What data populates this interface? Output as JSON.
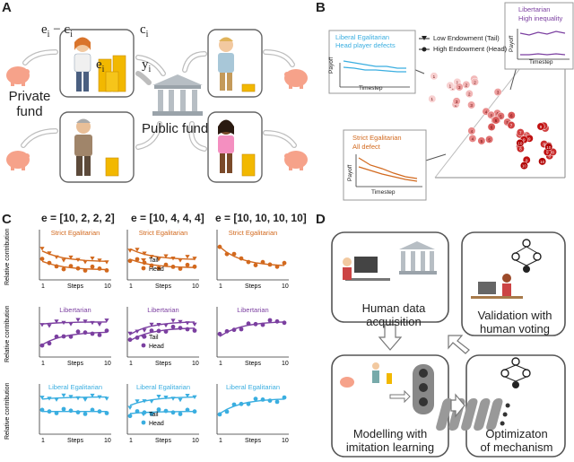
{
  "panel_letters": [
    "A",
    "B",
    "C",
    "D"
  ],
  "panel_a": {
    "label_ei_ci": "e",
    "label_ci": "c",
    "label_yi": "y",
    "label_ei": "e",
    "subscript_i": "i",
    "minus": " − ",
    "private_fund": "Private\nfund",
    "private_fund_line1": "Private",
    "private_fund_line2": "fund",
    "public_fund": "Public fund"
  },
  "panel_b": {
    "legend": [
      "Low Endowment (Tail)",
      "High Endowment (Head)"
    ],
    "liberal_box": {
      "title_line1": "Liberal Egalitarian",
      "title_line2": "Head player defects",
      "ylabel": "Payoff",
      "xlabel": "Timestep",
      "color": "#3aaee0"
    },
    "libertarian_box": {
      "title_line1": "Libertarian",
      "title_line2": "High inequality",
      "ylabel": "Payoff",
      "xlabel": "Timestep",
      "color": "#7b3fa0"
    },
    "strict_box": {
      "title_line1": "Strict Egalitarian",
      "title_line2": "All defect",
      "ylabel": "Payoff",
      "xlabel": "Timestep",
      "color": "#d2691e"
    },
    "points": [
      {
        "label": "1",
        "c": "#f8d0d0"
      },
      {
        "label": "2",
        "c": "#f2b8b8"
      },
      {
        "label": "3",
        "c": "#eda0a0"
      },
      {
        "label": "4",
        "c": "#e88888"
      },
      {
        "label": "5",
        "c": "#e07070"
      },
      {
        "label": "6",
        "c": "#d85858"
      },
      {
        "label": "7",
        "c": "#d04040"
      },
      {
        "label": "8",
        "c": "#c82828"
      },
      {
        "label": "9",
        "c": "#c01010"
      },
      {
        "label": "10",
        "c": "#b00000"
      }
    ]
  },
  "panel_c": {
    "column_titles": [
      "e = [10, 2, 2, 2]",
      "e = [10, 4, 4, 4]",
      "e = [10, 10, 10, 10]"
    ],
    "row_titles": [
      "Strict Egalitarian",
      "Libertarian",
      "Liberal Egalitarian"
    ],
    "row_colors": [
      "#d2691e",
      "#7b3fa0",
      "#3aaee0"
    ],
    "ylabel": "Relative contribution",
    "xlabel": "Steps",
    "x_ticks": [
      "1",
      "10"
    ],
    "legend_tail": "Tail",
    "legend_head": "Head"
  },
  "panel_d": {
    "human_data": "Human data\nacquisition",
    "human_data_l1": "Human data",
    "human_data_l2": "acquisition",
    "validation_l1": "Validation with",
    "validation_l2": "human voting",
    "modelling_l1": "Modelling with",
    "modelling_l2": "imitation learning",
    "optim_l1": "Optimizaton",
    "optim_l2": "of mechanism"
  }
}
